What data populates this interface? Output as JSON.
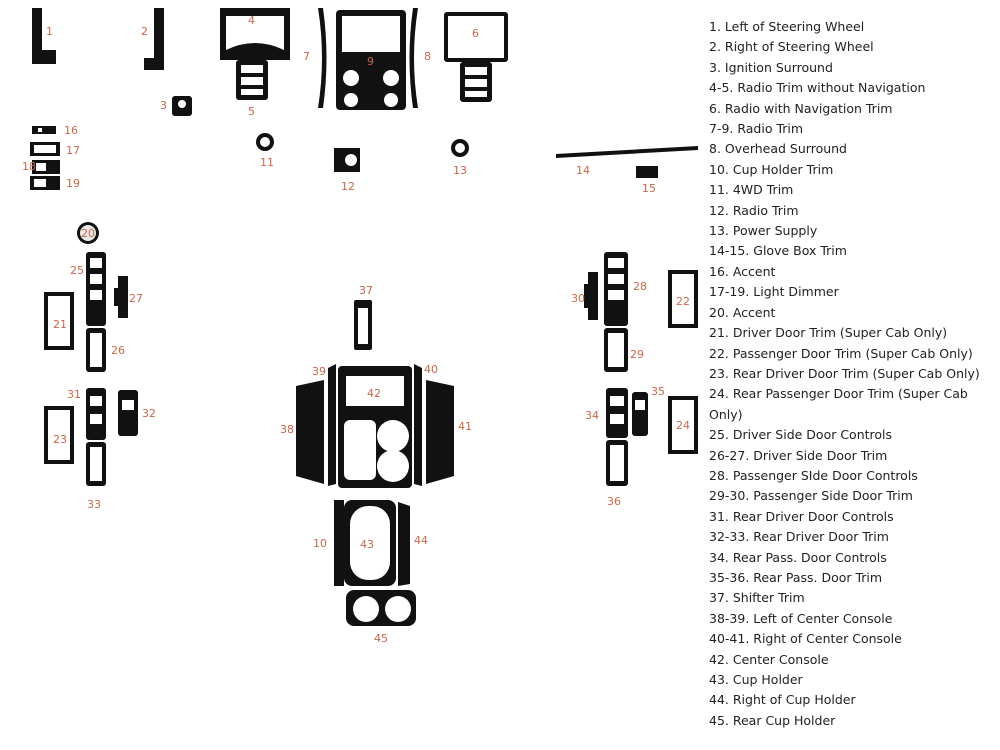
{
  "colors": {
    "part": "#111111",
    "number": "#c8684a",
    "text": "#222222"
  },
  "callouts": {
    "n1": "1",
    "n2": "2",
    "n3": "3",
    "n4": "4",
    "n5": "5",
    "n6": "6",
    "n7": "7",
    "n8": "8",
    "n9": "9",
    "n10": "10",
    "n11": "11",
    "n12": "12",
    "n13": "13",
    "n14": "14",
    "n15": "15",
    "n16": "16",
    "n17": "17",
    "n18": "18",
    "n19": "19",
    "n20": "20",
    "n21": "21",
    "n22": "22",
    "n23": "23",
    "n24": "24",
    "n25": "25",
    "n26": "26",
    "n27": "27",
    "n28": "28",
    "n29": "29",
    "n30": "30",
    "n31": "31",
    "n32": "32",
    "n33": "33",
    "n34": "34",
    "n35": "35",
    "n36": "36",
    "n37": "37",
    "n38": "38",
    "n39": "39",
    "n40": "40",
    "n41": "41",
    "n42": "42",
    "n43": "43",
    "n44": "44",
    "n45": "45"
  },
  "legend": [
    "1. Left of Steering Wheel",
    "2. Right of Steering Wheel",
    "3. Ignition Surround",
    "4-5. Radio Trim without Navigation",
    "6. Radio with Navigation Trim",
    "7-9. Radio Trim",
    "8. Overhead Surround",
    "10. Cup Holder Trim",
    "11. 4WD Trim",
    "12. Radio Trim",
    "13. Power Supply",
    "14-15. Glove Box Trim",
    "16. Accent",
    "17-19. Light Dimmer",
    "20. Accent",
    "21. Driver Door Trim (Super Cab Only)",
    "22. Passenger Door Trim (Super Cab Only)",
    "23. Rear Driver Door Trim (Super Cab Only)",
    "24. Rear Passenger Door Trim (Super Cab Only)",
    "25. Driver Side Door Controls",
    "26-27. Driver Side Door Trim",
    "28. Passenger SIde Door Controls",
    "29-30. Passenger Side Door Trim",
    "31. Rear Driver Door Controls",
    "32-33. Rear Driver Door Trim",
    "34. Rear Pass. Door Controls",
    "35-36. Rear Pass. Door Trim",
    "37. Shifter Trim",
    "38-39. Left of Center Console",
    "40-41. Right of Center Console",
    "42. Center Console",
    "43. Cup Holder",
    "44. Right of Cup Holder",
    "45. Rear Cup Holder"
  ]
}
